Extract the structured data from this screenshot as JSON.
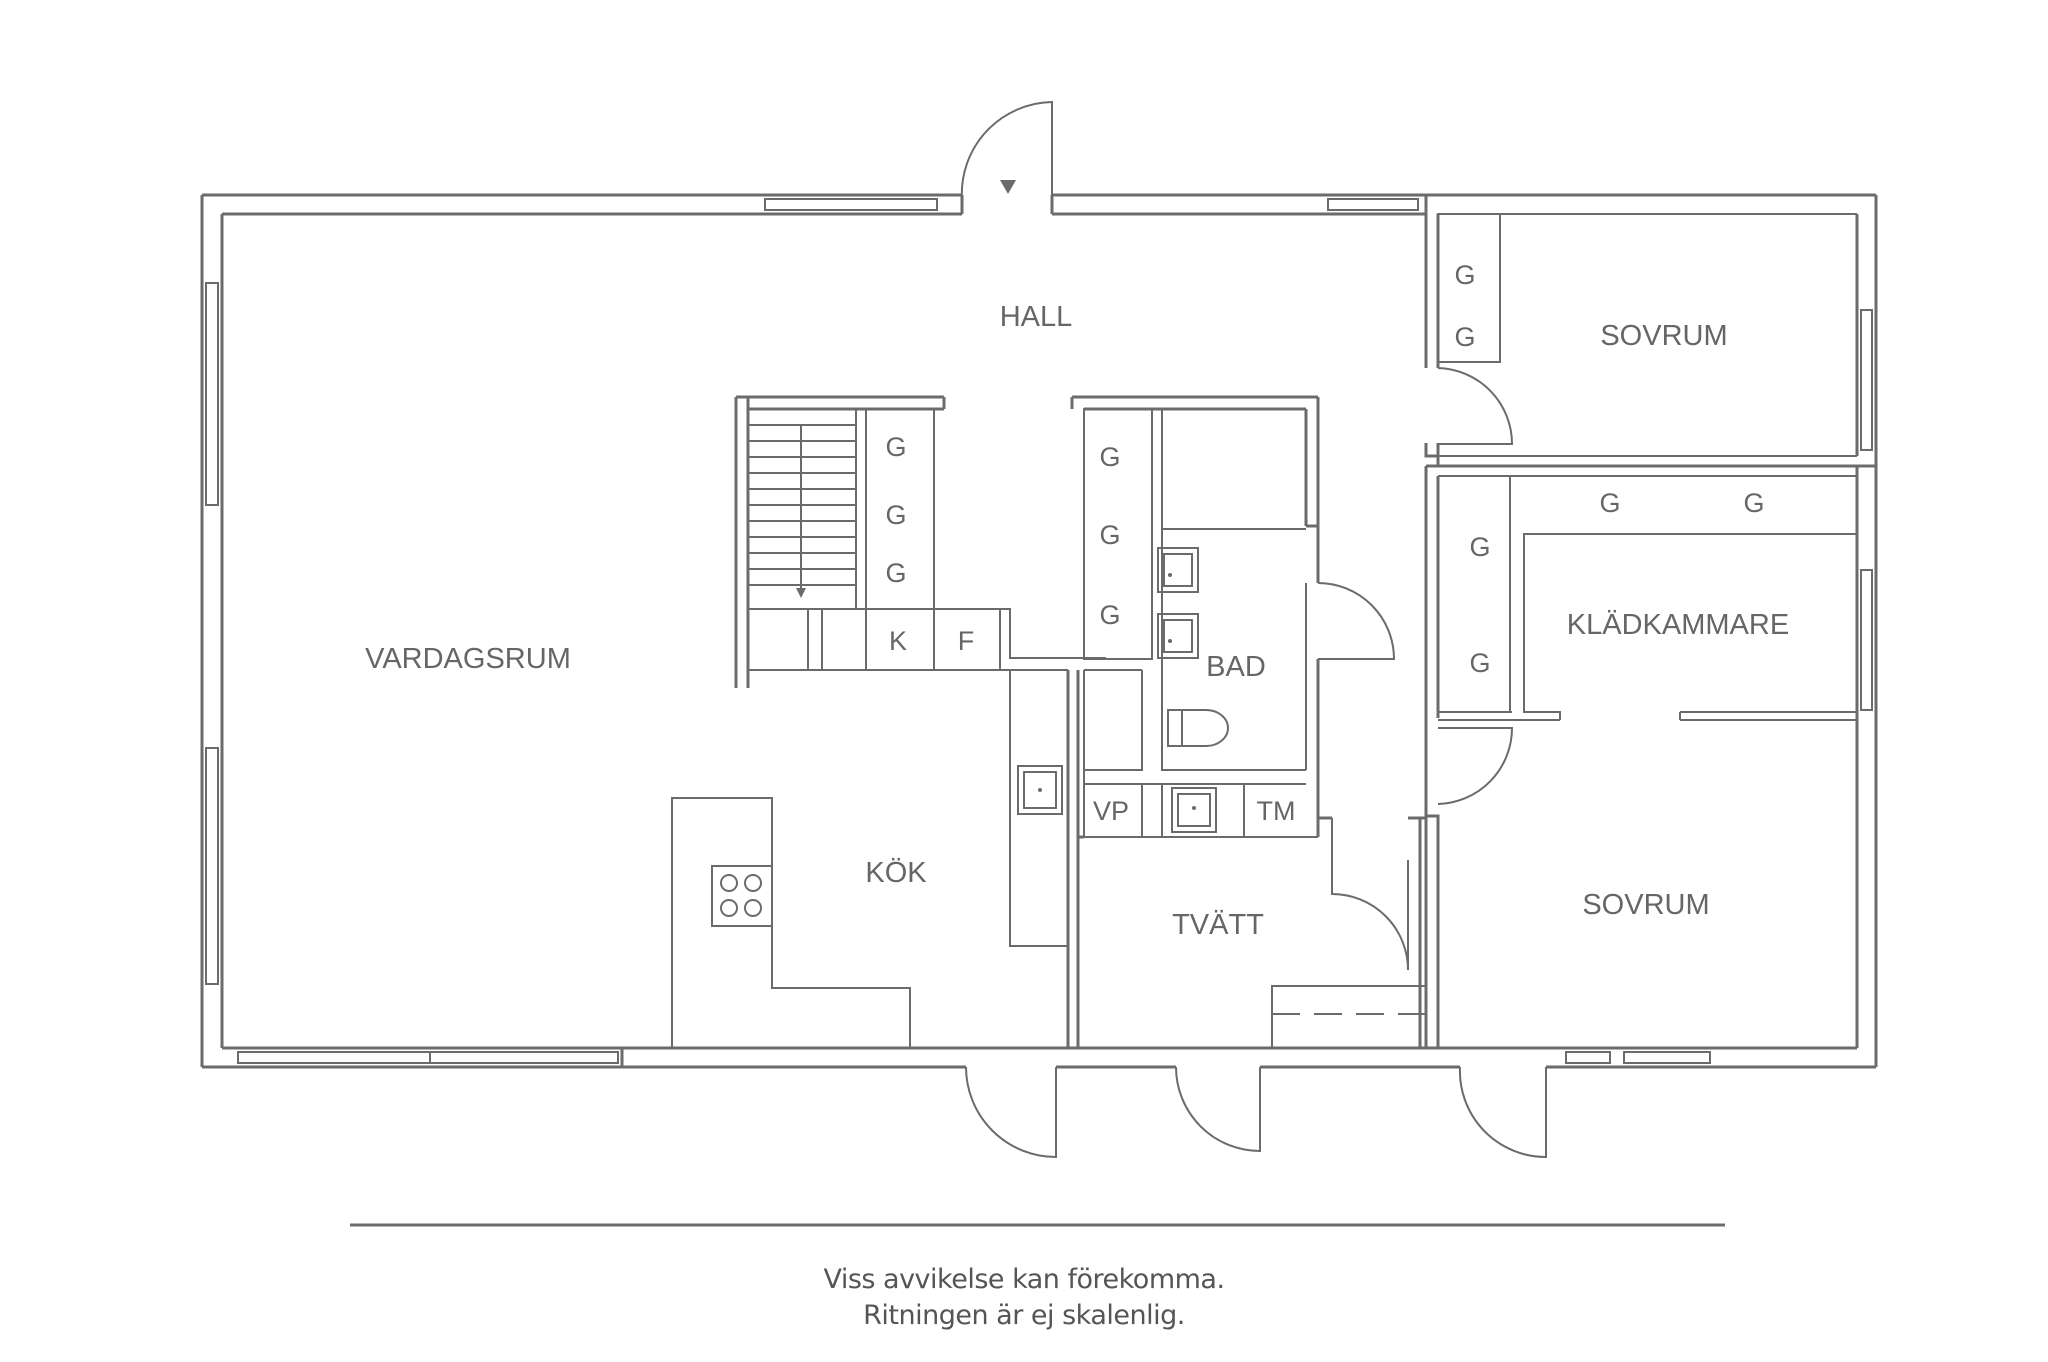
{
  "rooms": {
    "hall": "HALL",
    "vardagsrum": "VARDAGSRUM",
    "kok": "KÖK",
    "bad": "BAD",
    "tvatt": "TVÄTT",
    "sovrum_top": "SOVRUM",
    "sovrum_bottom": "SOVRUM",
    "kladkammare": "KLÄDKAMMARE"
  },
  "fixtures": {
    "g": "G",
    "k": "K",
    "f": "F",
    "vp": "VP",
    "tm": "TM"
  },
  "disclaimer": {
    "line1": "Viss avvikelse kan förekomma.",
    "line2": "Ritningen är ej skalenlig."
  },
  "colors": {
    "line": "#6b6b6b",
    "text": "#666666"
  }
}
